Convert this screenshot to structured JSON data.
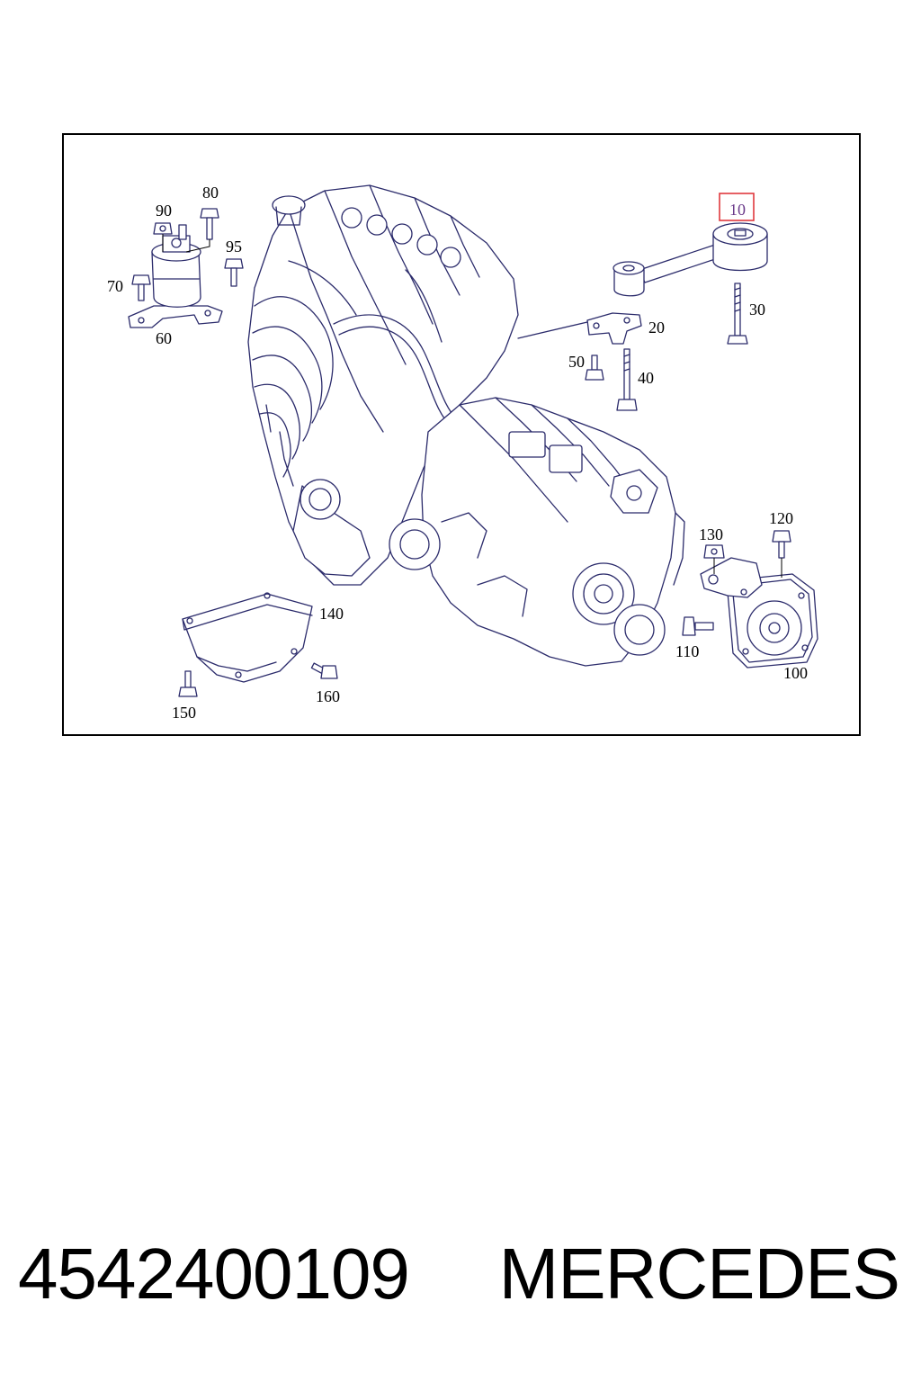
{
  "diagram": {
    "callouts": {
      "c10": "10",
      "c20": "20",
      "c30": "30",
      "c40": "40",
      "c50": "50",
      "c60": "60",
      "c70": "70",
      "c80": "80",
      "c90": "90",
      "c95": "95",
      "c100": "100",
      "c110": "110",
      "c120": "120",
      "c130": "130",
      "c140": "140",
      "c150": "150",
      "c160": "160"
    },
    "highlighted_callout": "10",
    "highlight_color": "#e0393e",
    "line_color": "#2b2b6b"
  },
  "footer": {
    "part_number": "4542400109",
    "brand": "MERCEDES"
  }
}
